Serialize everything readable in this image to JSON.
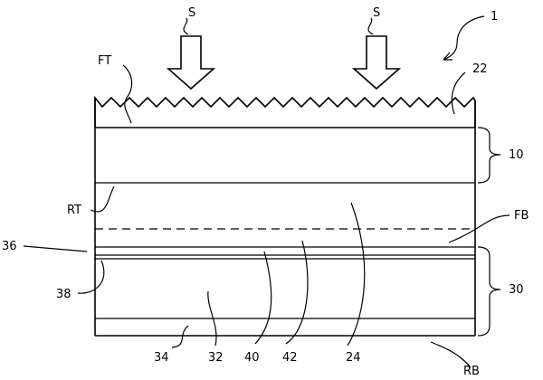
{
  "labels": {
    "fig": "1",
    "s_left": "S",
    "s_right": "S",
    "ft": "FT",
    "n22": "22",
    "n10": "10",
    "rt": "RT",
    "fb": "FB",
    "n36": "36",
    "n30": "30",
    "n38": "38",
    "n34": "34",
    "n32": "32",
    "n40": "40",
    "n42": "42",
    "n24": "24",
    "rb": "RB"
  }
}
